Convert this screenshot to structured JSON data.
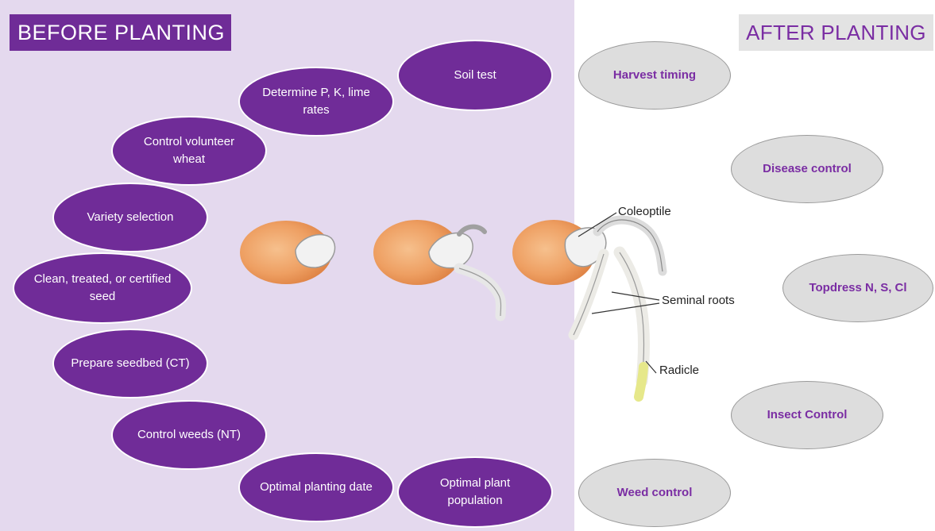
{
  "before": {
    "title": "BEFORE PLANTING",
    "colors": {
      "panel": "#e4d9ee",
      "oval": "#702c98",
      "title_bg": "#6f2c97",
      "text": "#ffffff"
    },
    "steps": [
      "Soil test",
      "Determine P, K, lime rates",
      "Control volunteer wheat",
      "Variety selection",
      "Clean, treated, or certified seed",
      "Prepare seedbed (CT)",
      "Control weeds (NT)",
      "Optimal planting date",
      "Optimal plant population"
    ]
  },
  "after": {
    "title": "AFTER PLANTING",
    "colors": {
      "oval": "#dddddd",
      "text": "#7a2da3",
      "title_bg": "#e3e3e3"
    },
    "steps": [
      "Harvest timing",
      "Disease control",
      "Topdress N, S, Cl",
      "Insect Control",
      "Weed control"
    ]
  },
  "seedling": {
    "labels": {
      "coleoptile": "Coleoptile",
      "seminal_roots": "Seminal roots",
      "radicle": "Radicle"
    },
    "colors": {
      "seed": "#f0a468",
      "root": "#ecebe6",
      "radicle_tip": "#e6e88a"
    }
  }
}
